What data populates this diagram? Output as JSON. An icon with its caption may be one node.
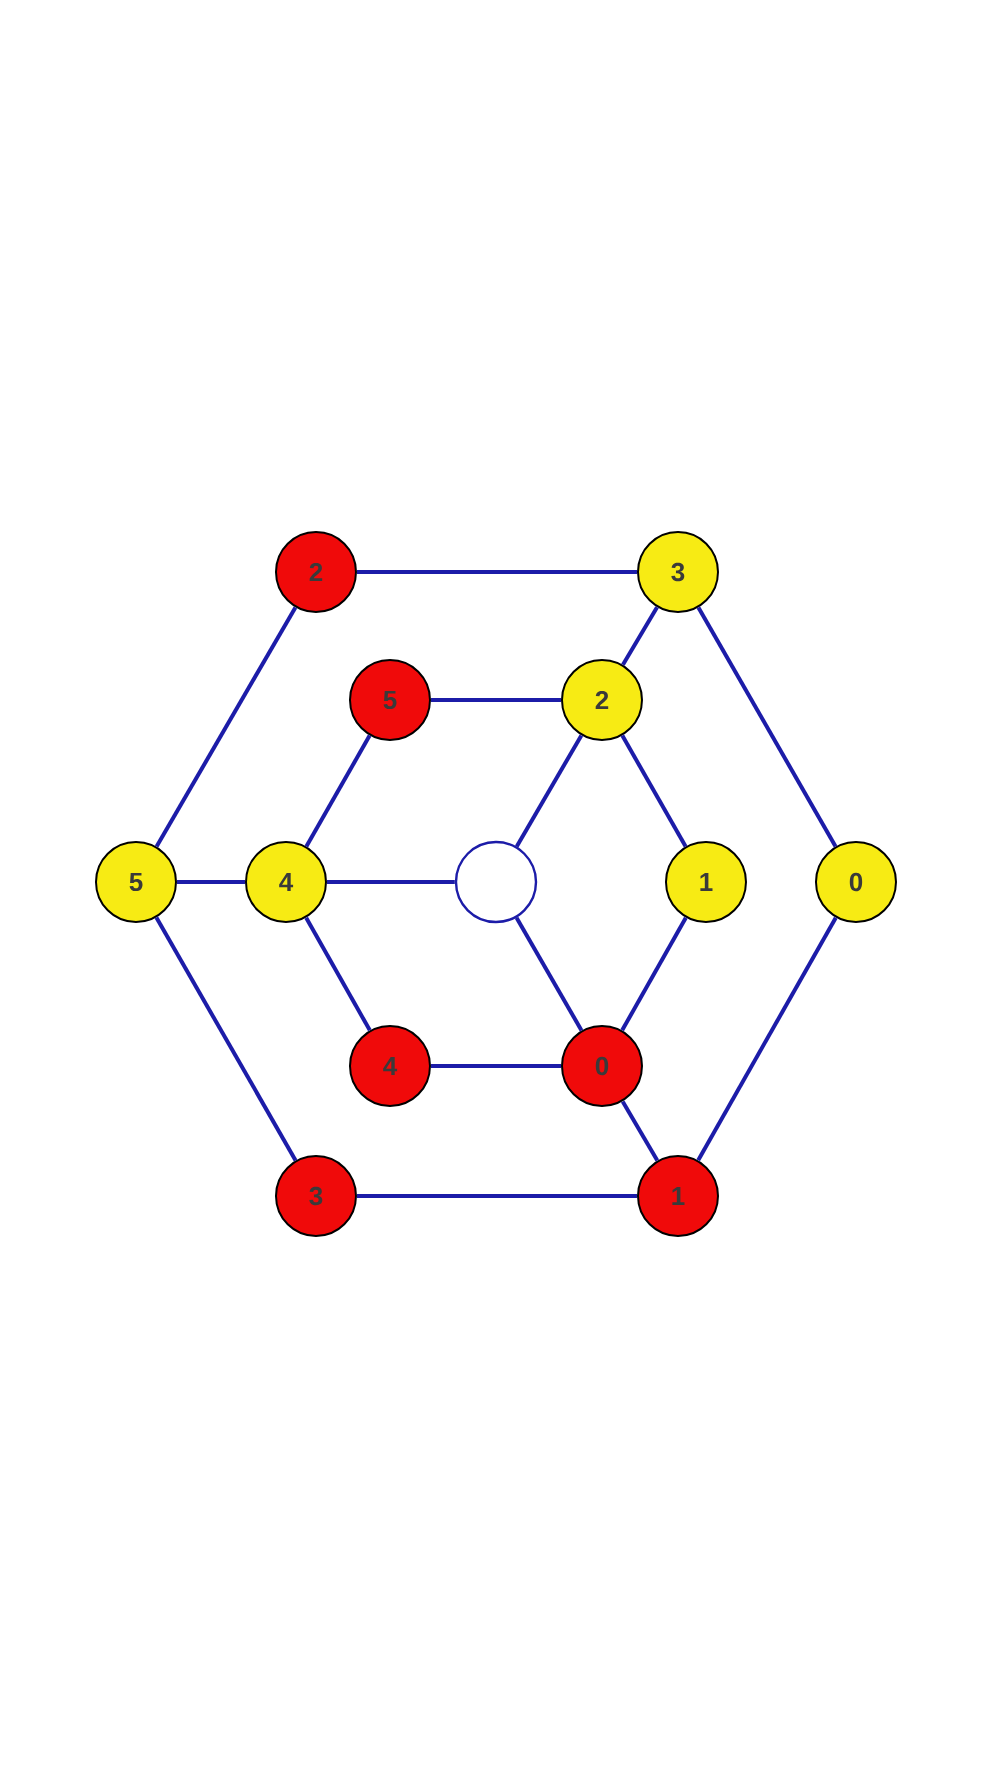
{
  "diagram": {
    "nodes": [
      {
        "text": [
          "2"
        ]
      },
      {
        "text": [
          "3"
        ]
      },
      {
        "text": [
          "5"
        ]
      },
      {
        "text": [
          "2"
        ]
      },
      {
        "text": [
          "5"
        ]
      },
      {
        "text": [
          "4"
        ]
      },
      {
        "text": [],
        "shape": "circle"
      },
      {
        "text": [
          "1"
        ]
      },
      {
        "text": [
          "0"
        ]
      },
      {
        "text": [
          "4"
        ]
      },
      {
        "text": [
          "0"
        ]
      },
      {
        "text": [
          "3"
        ]
      },
      {
        "text": [
          "1"
        ]
      }
    ],
    "edges": [
      {
        "from": 0,
        "to": 1,
        "arrow": "none"
      },
      {
        "from": 1,
        "to": 8,
        "arrow": "none"
      },
      {
        "from": 8,
        "to": 12,
        "arrow": "none"
      },
      {
        "from": 12,
        "to": 11,
        "arrow": "none"
      },
      {
        "from": 11,
        "to": 4,
        "arrow": "none"
      },
      {
        "from": 4,
        "to": 0,
        "arrow": "none"
      },
      {
        "from": 2,
        "to": 3,
        "arrow": "none"
      },
      {
        "from": 3,
        "to": 7,
        "arrow": "none"
      },
      {
        "from": 7,
        "to": 10,
        "arrow": "none"
      },
      {
        "from": 10,
        "to": 9,
        "arrow": "none"
      },
      {
        "from": 9,
        "to": 5,
        "arrow": "none"
      },
      {
        "from": 5,
        "to": 2,
        "arrow": "none"
      },
      {
        "from": 4,
        "to": 5,
        "arrow": "none"
      },
      {
        "from": 1,
        "to": 3,
        "arrow": "none"
      },
      {
        "from": 10,
        "to": 12,
        "arrow": "none"
      },
      {
        "from": 6,
        "to": 5,
        "arrow": "none"
      },
      {
        "from": 6,
        "to": 3,
        "arrow": "none"
      },
      {
        "from": 6,
        "to": 10,
        "arrow": "none"
      }
    ]
  }
}
